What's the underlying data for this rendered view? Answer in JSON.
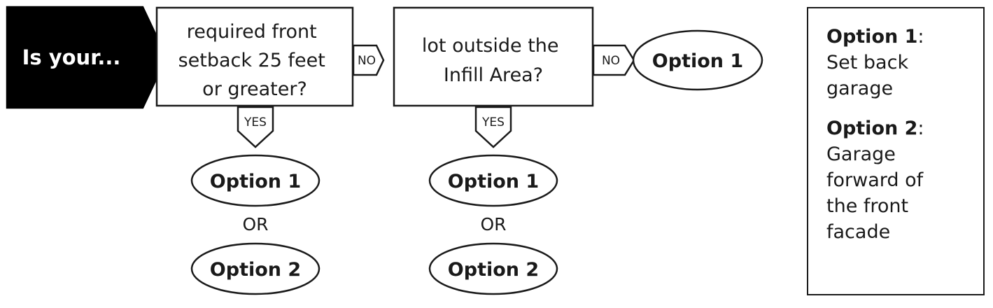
{
  "start_label": "Is your...",
  "question_1": {
    "lines": [
      "required front",
      "setback 25 feet",
      "or greater?"
    ]
  },
  "question_2": {
    "lines": [
      "lot outside the",
      "Infill Area?"
    ]
  },
  "connectors": {
    "no": "NO",
    "yes": "YES"
  },
  "outcome_no": "Option 1",
  "outcome_yes_1": {
    "first": "Option 1",
    "or": "OR",
    "second": "Option 2"
  },
  "outcome_yes_2": {
    "first": "Option 1",
    "or": "OR",
    "second": "Option 2"
  },
  "legend": {
    "option_1": {
      "title": "Option 1",
      "colon": ":",
      "description": [
        "Set back",
        "garage"
      ]
    },
    "option_2": {
      "title": "Option 2",
      "colon": ":",
      "description": [
        "Garage",
        "forward of",
        "the front",
        "facade"
      ]
    }
  }
}
